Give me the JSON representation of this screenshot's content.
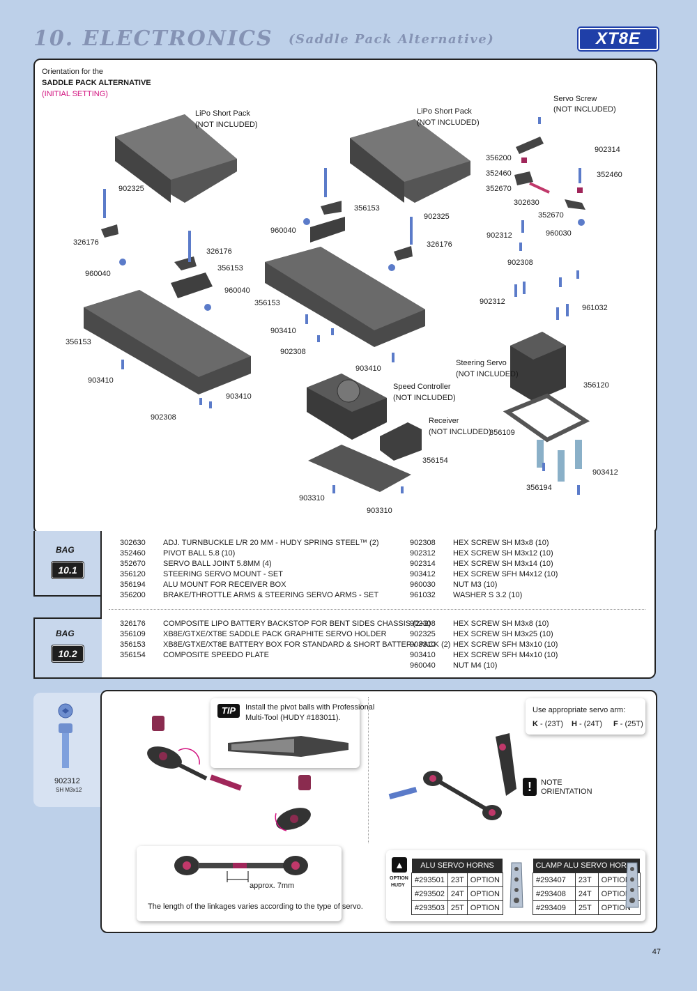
{
  "header": {
    "title": "10. ELECTRONICS",
    "subtitle": "(Saddle Pack Alternative)",
    "logo": "XT8E"
  },
  "orientation": {
    "line1": "Orientation for the",
    "line2": "SADDLE PACK ALTERNATIVE",
    "line3": "(INITIAL SETTING)"
  },
  "diagram_labels": {
    "lipo_left": "LiPo Short Pack",
    "lipo_left_note": "(NOT INCLUDED)",
    "lipo_mid": "LiPo Short Pack",
    "lipo_mid_note": "(NOT INCLUDED)",
    "servo_screw": "Servo Screw",
    "servo_screw_note": "(NOT INCLUDED)",
    "steering_servo": "Steering Servo",
    "steering_servo_note": "(NOT INCLUDED)",
    "speed_controller": "Speed Controller",
    "speed_controller_note": "(NOT INCLUDED)",
    "receiver": "Receiver",
    "receiver_note": "(NOT INCLUDED)",
    "n902325a": "902325",
    "n326176a": "326176",
    "n960040a": "960040",
    "n326176b": "326176",
    "n356153a": "356153",
    "n960040b": "960040",
    "n356153b": "356153",
    "n903410a": "903410",
    "n902308a": "902308",
    "n903410b": "903410",
    "n960040c": "960040",
    "n356153c": "356153",
    "n902325b": "902325",
    "n326176c": "326176",
    "n356153d": "356153",
    "n903410c": "903410",
    "n902308b": "902308",
    "n903410d": "903410",
    "n356154": "356154",
    "n903310a": "903310",
    "n903310b": "903310",
    "n356200": "356200",
    "n352460a": "352460",
    "n352670a": "352670",
    "n302630": "302630",
    "n902314": "902314",
    "n352460b": "352460",
    "n352670b": "352670",
    "n902312a": "902312",
    "n960030": "960030",
    "n902308c": "902308",
    "n902312b": "902312",
    "n961032": "961032",
    "n356120": "356120",
    "n356109": "356109",
    "n356194": "356194",
    "n903412": "903412"
  },
  "bags": [
    {
      "word": "BAG",
      "number": "10.1",
      "left": [
        {
          "code": "302630",
          "desc": "ADJ. TURNBUCKLE L/R 20 MM  - HUDY SPRING STEEL™ (2)"
        },
        {
          "code": "352460",
          "desc": "PIVOT BALL 5.8 (10)"
        },
        {
          "code": "352670",
          "desc": "SERVO BALL JOINT  5.8MM (4)"
        },
        {
          "code": "356120",
          "desc": "STEERING SERVO MOUNT - SET"
        },
        {
          "code": "356194",
          "desc": "ALU MOUNT FOR RECEIVER BOX"
        },
        {
          "code": "356200",
          "desc": "BRAKE/THROTTLE ARMS & STEERING SERVO ARMS - SET"
        }
      ],
      "right": [
        {
          "code": "902308",
          "desc": "HEX SCREW  SH M3x8  (10)"
        },
        {
          "code": "902312",
          "desc": "HEX SCREW  SH M3x12 (10)"
        },
        {
          "code": "902314",
          "desc": "HEX SCREW  SH M3x14 (10)"
        },
        {
          "code": "903412",
          "desc": "HEX SCREW  SFH M4x12 (10)"
        },
        {
          "code": "960030",
          "desc": "NUT M3 (10)"
        },
        {
          "code": "961032",
          "desc": "WASHER S 3.2 (10)"
        }
      ]
    },
    {
      "word": "BAG",
      "number": "10.2",
      "left": [
        {
          "code": "326176",
          "desc": "COMPOSITE LIPO BATTERY BACKSTOP FOR BENT SIDES CHASSIS (2+2)"
        },
        {
          "code": "356109",
          "desc": "XB8E/GTXE/XT8E SADDLE PACK GRAPHITE SERVO HOLDER"
        },
        {
          "code": "356153",
          "desc": "XB8E/GTXE/XT8E BATTERY BOX FOR STANDARD & SHORT BATTERY PACK (2)"
        },
        {
          "code": "356154",
          "desc": "COMPOSITE SPEEDO PLATE"
        }
      ],
      "right": [
        {
          "code": "902308",
          "desc": "HEX SCREW  SH M3x8  (10)"
        },
        {
          "code": "902325",
          "desc": "HEX SCREW  SH M3x25 (10)"
        },
        {
          "code": "903310",
          "desc": "HEX SCREW  SFH M3x10 (10)"
        },
        {
          "code": "903410",
          "desc": "HEX SCREW  SFH M4x10 (10)"
        },
        {
          "code": "960040",
          "desc": "NUT M4 (10)"
        }
      ]
    }
  ],
  "side_part": {
    "code": "902312",
    "size": "SH M3x12"
  },
  "tip": {
    "badge": "TIP",
    "text1": "Install the pivot balls with Professional",
    "text2": "Multi-Tool (HUDY #183011)."
  },
  "linkage": {
    "measure": "approx. 7mm",
    "note": "The length of the linkages varies according to the type of servo."
  },
  "servo_arm": {
    "title": "Use appropriate servo arm:",
    "k_key": "K",
    "k_val": " - (23T)",
    "h_key": "H",
    "h_val": " - (24T)",
    "f_key": "F",
    "f_val": " - (25T)",
    "note1": "NOTE",
    "note2": "ORIENTATION"
  },
  "option_badge": {
    "line1": "OPTION",
    "line2": "HUDY"
  },
  "alu_horns": {
    "title": "ALU SERVO HORNS",
    "rows": [
      {
        "code": "#293501",
        "teeth": "23T",
        "type": "OPTION"
      },
      {
        "code": "#293502",
        "teeth": "24T",
        "type": "OPTION"
      },
      {
        "code": "#293503",
        "teeth": "25T",
        "type": "OPTION"
      }
    ]
  },
  "clamp_horns": {
    "title": "CLAMP ALU SERVO HORNS",
    "rows": [
      {
        "code": "#293407",
        "teeth": "23T",
        "type": "OPTION"
      },
      {
        "code": "#293408",
        "teeth": "24T",
        "type": "OPTION"
      },
      {
        "code": "#293409",
        "teeth": "25T",
        "type": "OPTION"
      }
    ]
  },
  "page_number": "47",
  "colors": {
    "accent_pink": "#d2127f",
    "page_blue": "#bdd0e9",
    "title_gray": "#8593b4",
    "logo_blue": "#1f3fa8"
  }
}
